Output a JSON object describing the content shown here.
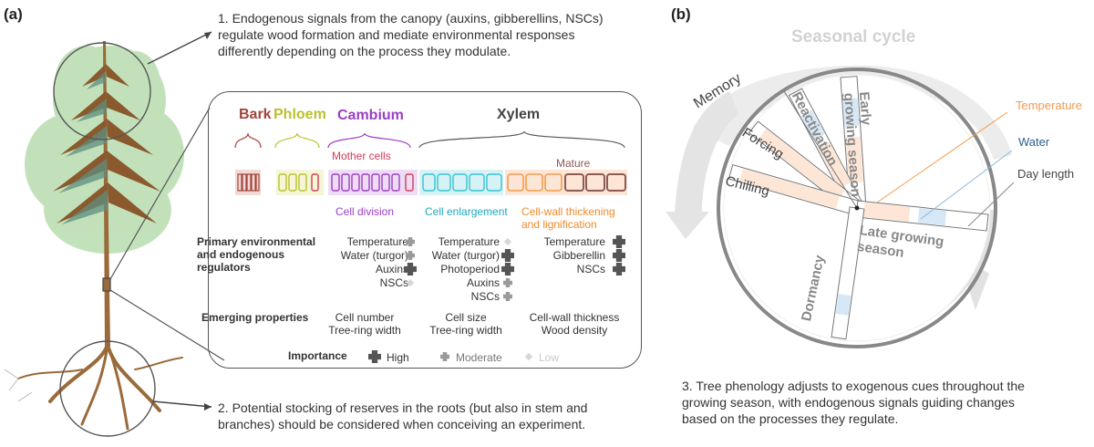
{
  "panel_a": {
    "label": "(a)",
    "note1": "1. Endogenous signals from the canopy (auxins, gibberellins, NSCs) regulate wood formation and mediate environmental responses differently depending on the process they modulate.",
    "note2": "2. Potential stocking of reserves in the roots (but also in stem and branches) should be considered when conceiving an experiment.",
    "tissues": {
      "bark": "Bark",
      "phloem": "Phloem",
      "cambium": "Cambium",
      "xylem": "Xylem"
    },
    "mother_cells": "Mother cells",
    "mature": "Mature",
    "stages": {
      "division": "Cell division",
      "enlargement": "Cell enlargement",
      "thickening_1": "Cell-wall thickening",
      "thickening_2": "and lignification"
    },
    "regulators_heading": [
      "Primary environmental",
      "and endogenous",
      "regulators"
    ],
    "regulators": {
      "division": [
        {
          "name": "Temperature",
          "importance": "moderate"
        },
        {
          "name": "Water (turgor)",
          "importance": "moderate"
        },
        {
          "name": "Auxins",
          "importance": "high"
        },
        {
          "name": "NSCs",
          "importance": "low"
        }
      ],
      "enlargement": [
        {
          "name": "Temperature",
          "importance": "low"
        },
        {
          "name": "Water (turgor)",
          "importance": "high"
        },
        {
          "name": "Photoperiod",
          "importance": "high"
        },
        {
          "name": "Auxins",
          "importance": "moderate"
        },
        {
          "name": "NSCs",
          "importance": "moderate"
        }
      ],
      "thickening": [
        {
          "name": "Temperature",
          "importance": "high"
        },
        {
          "name": "Gibberellin",
          "importance": "high"
        },
        {
          "name": "NSCs",
          "importance": "high"
        }
      ]
    },
    "emerging_heading": "Emerging properties",
    "emerging": {
      "division": [
        "Cell number",
        "Tree-ring width"
      ],
      "enlargement": [
        "Cell size",
        "Tree-ring width"
      ],
      "thickening": [
        "Cell-wall thickness",
        "Wood density"
      ]
    },
    "importance_heading": "Importance",
    "importance_legend": [
      {
        "level": "high",
        "label": "High"
      },
      {
        "level": "moderate",
        "label": "Moderate"
      },
      {
        "level": "low",
        "label": "Low"
      }
    ],
    "colors": {
      "bark": "#a0453b",
      "phloem": "#b9c12e",
      "cambium": "#9b3fc2",
      "xylem_enlarge": "#36c3d3",
      "xylem_thick": "#f39b4d",
      "xylem_mature": "#8e5a55",
      "mother": "#d33b5a",
      "high": "#555555",
      "moderate": "#9a9a9a",
      "low": "#d6d6d6"
    }
  },
  "panel_b": {
    "label": "(b)",
    "title": "Seasonal cycle",
    "memory": "Memory",
    "phases": {
      "reactivation": "Reactivation",
      "early": [
        "Early",
        "growing season"
      ],
      "forcing": "Forcing",
      "chilling": "Chilling",
      "late": [
        "Late growing",
        "season"
      ],
      "dormancy": "Dormancy"
    },
    "legend": {
      "temperature": "Temperature",
      "water": "Water",
      "day_length": "Day length"
    },
    "colors": {
      "temperature": "#f39b4d",
      "water": "#5a9ccf",
      "day_length": "#888888"
    },
    "note3": "3. Tree phenology adjusts to exogenous cues throughout the growing season, with endogenous signals guiding changes based on the processes they regulate."
  }
}
